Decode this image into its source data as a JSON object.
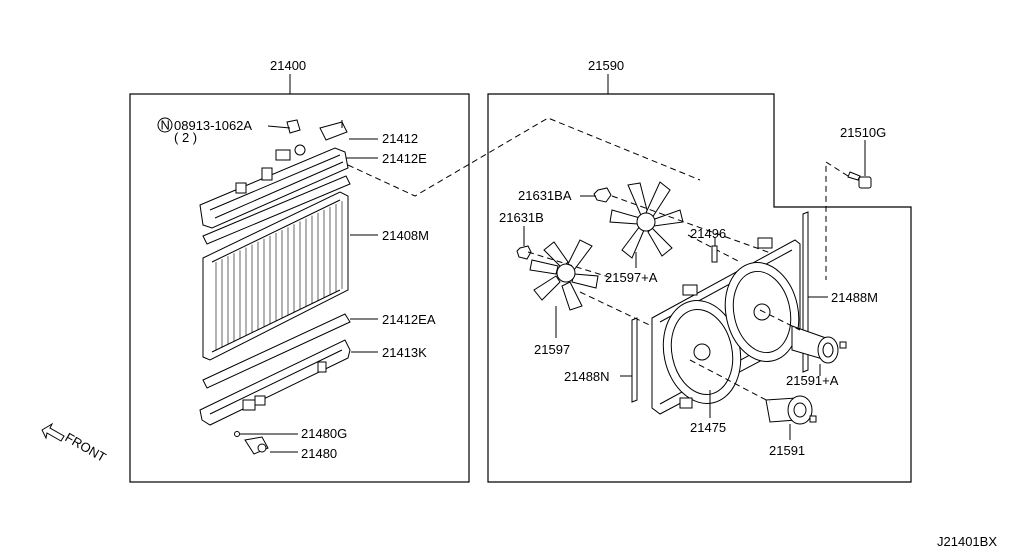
{
  "diagram_id": "J21401BX",
  "front_label": "FRONT",
  "groups": {
    "radiator": {
      "number": "21400"
    },
    "fan": {
      "number": "21590"
    }
  },
  "parts": {
    "screw_circle": "N",
    "screw_number": "08913-1062A",
    "screw_qty": "( 2 )",
    "p21412": "21412",
    "p21412E": "21412E",
    "p21408M": "21408M",
    "p21412EA": "21412EA",
    "p21413K": "21413K",
    "p21480G": "21480G",
    "p21480": "21480",
    "p21510G": "21510G",
    "p21631BA": "21631BA",
    "p21631B": "21631B",
    "p21496": "21496",
    "p21597A": "21597+A",
    "p21488M": "21488M",
    "p21597": "21597",
    "p21488N": "21488N",
    "p21591A": "21591+A",
    "p21475": "21475",
    "p21591": "21591"
  }
}
